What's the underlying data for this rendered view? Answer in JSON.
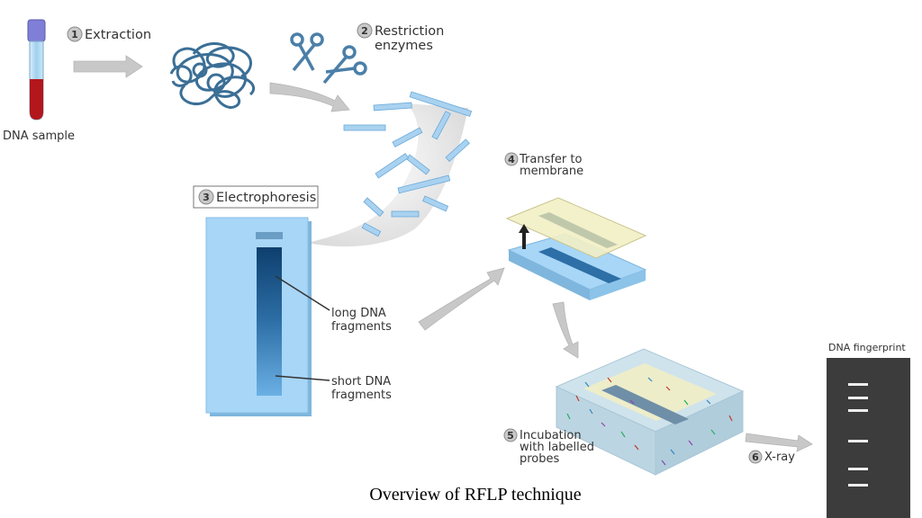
{
  "caption": "Overview of RFLP technique",
  "steps": [
    {
      "number": "1",
      "label_lines": [
        "Extraction"
      ]
    },
    {
      "number": "2",
      "label_lines": [
        "Restriction",
        "enzymes"
      ]
    },
    {
      "number": "3",
      "label_lines": [
        "Electrophoresis"
      ]
    },
    {
      "number": "4",
      "label_lines": [
        "Transfer to",
        "membrane"
      ]
    },
    {
      "number": "5",
      "label_lines": [
        "Incubation",
        "with labelled",
        "probes"
      ]
    },
    {
      "number": "6",
      "label_lines": [
        "X-ray"
      ]
    }
  ],
  "labels": {
    "dna_sample": "DNA sample",
    "long_fragments": [
      "long DNA",
      "fragments"
    ],
    "short_fragments": [
      "short DNA",
      "fragments"
    ],
    "dna_fingerprint": "DNA fingerprint"
  },
  "colors": {
    "gel": "#a8d6f7",
    "membrane": "#f2efc4",
    "band": "#1e5a8c",
    "fingerprint_panel": "#3c3c3c",
    "tube_cap": "#7f7fd8",
    "blood": "#b3161b",
    "dna_strand": "#3b6f96"
  }
}
